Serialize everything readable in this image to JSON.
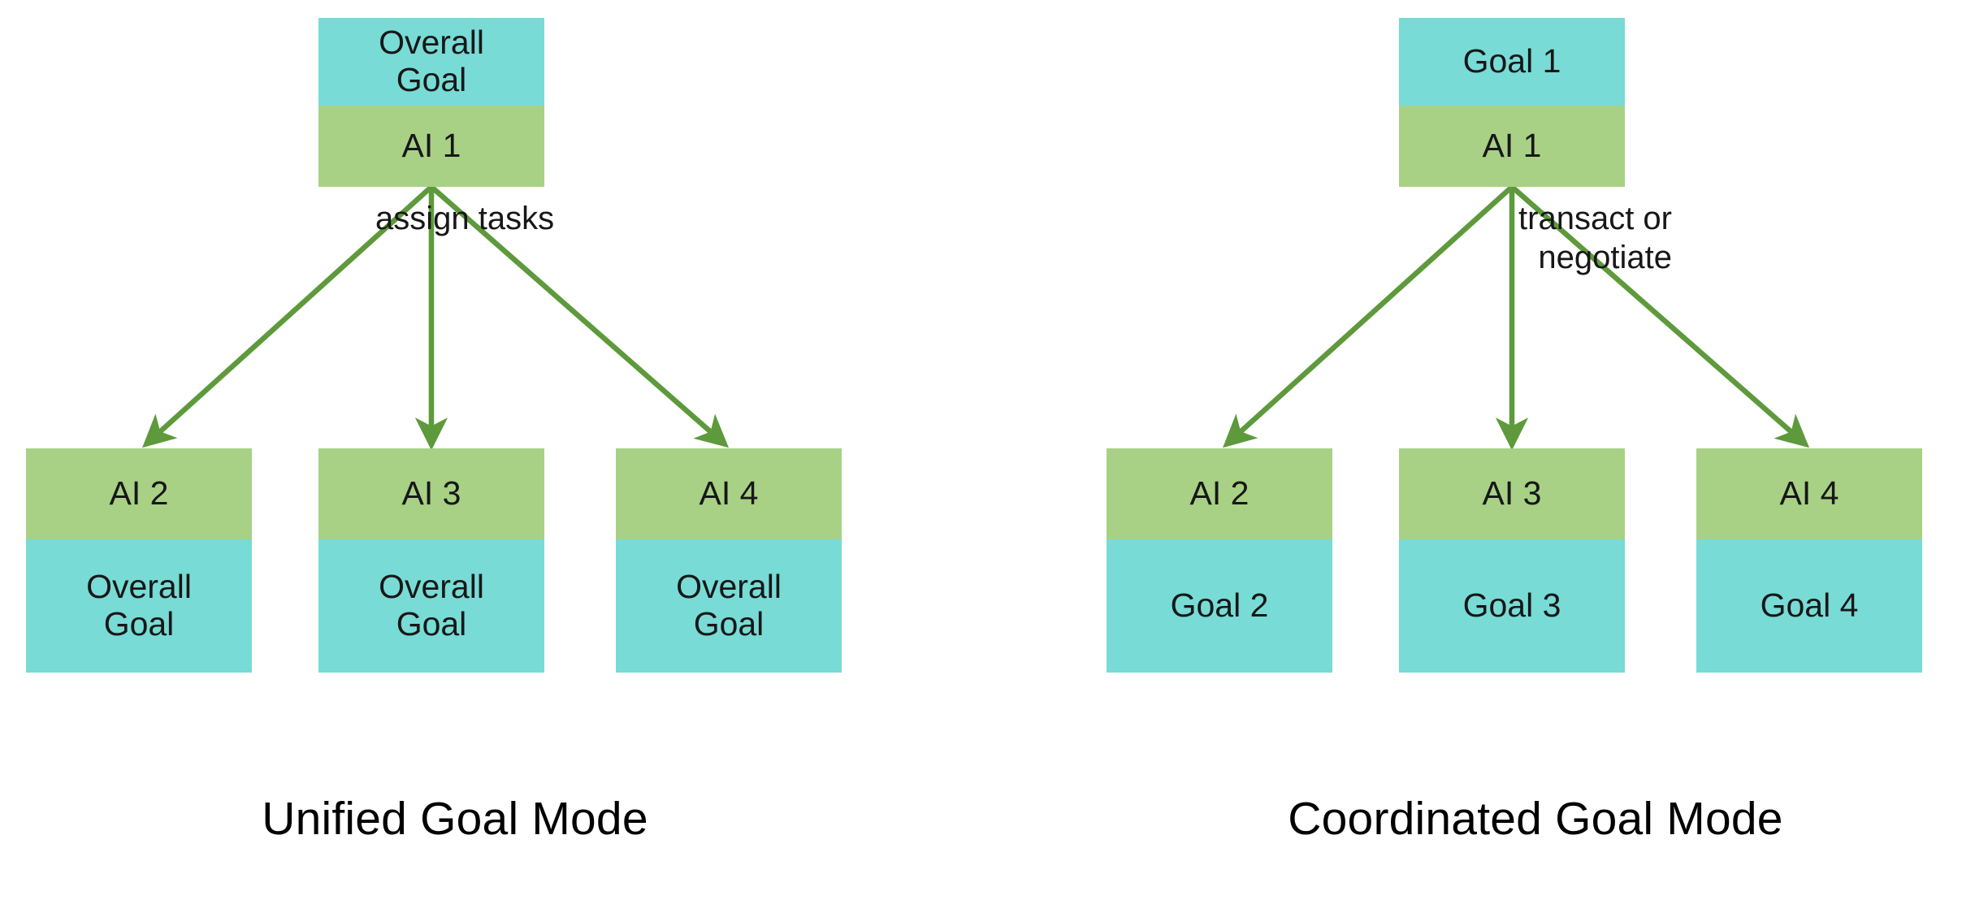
{
  "figure": {
    "background": "#ffffff",
    "colors": {
      "goal_box": "#78dbd6",
      "ai_box": "#a8d185",
      "arrow": "#5e9a3c",
      "text": "#171717"
    }
  },
  "panels": [
    {
      "id": "unified-goal-mode",
      "caption": "Unified Goal Mode",
      "edge_label": "assign tasks",
      "root": {
        "goal_label": "Overall\nGoal",
        "agent_label": "AI 1"
      },
      "leaves": [
        {
          "agent_label": "AI  2",
          "goal_label": "Overall\nGoal"
        },
        {
          "agent_label": "AI 3",
          "goal_label": "Overall\nGoal"
        },
        {
          "agent_label": "AI 4",
          "goal_label": "Overall\nGoal"
        }
      ]
    },
    {
      "id": "coordinated-goal-mode",
      "caption": "Coordinated Goal Mode",
      "edge_label": "transact or\nnegotiate",
      "root": {
        "goal_label": "Goal 1",
        "agent_label": "AI 1"
      },
      "leaves": [
        {
          "agent_label": "AI  2",
          "goal_label": "Goal 2"
        },
        {
          "agent_label": "AI 3",
          "goal_label": "Goal 3"
        },
        {
          "agent_label": "AI 4",
          "goal_label": "Goal 4"
        }
      ]
    }
  ]
}
